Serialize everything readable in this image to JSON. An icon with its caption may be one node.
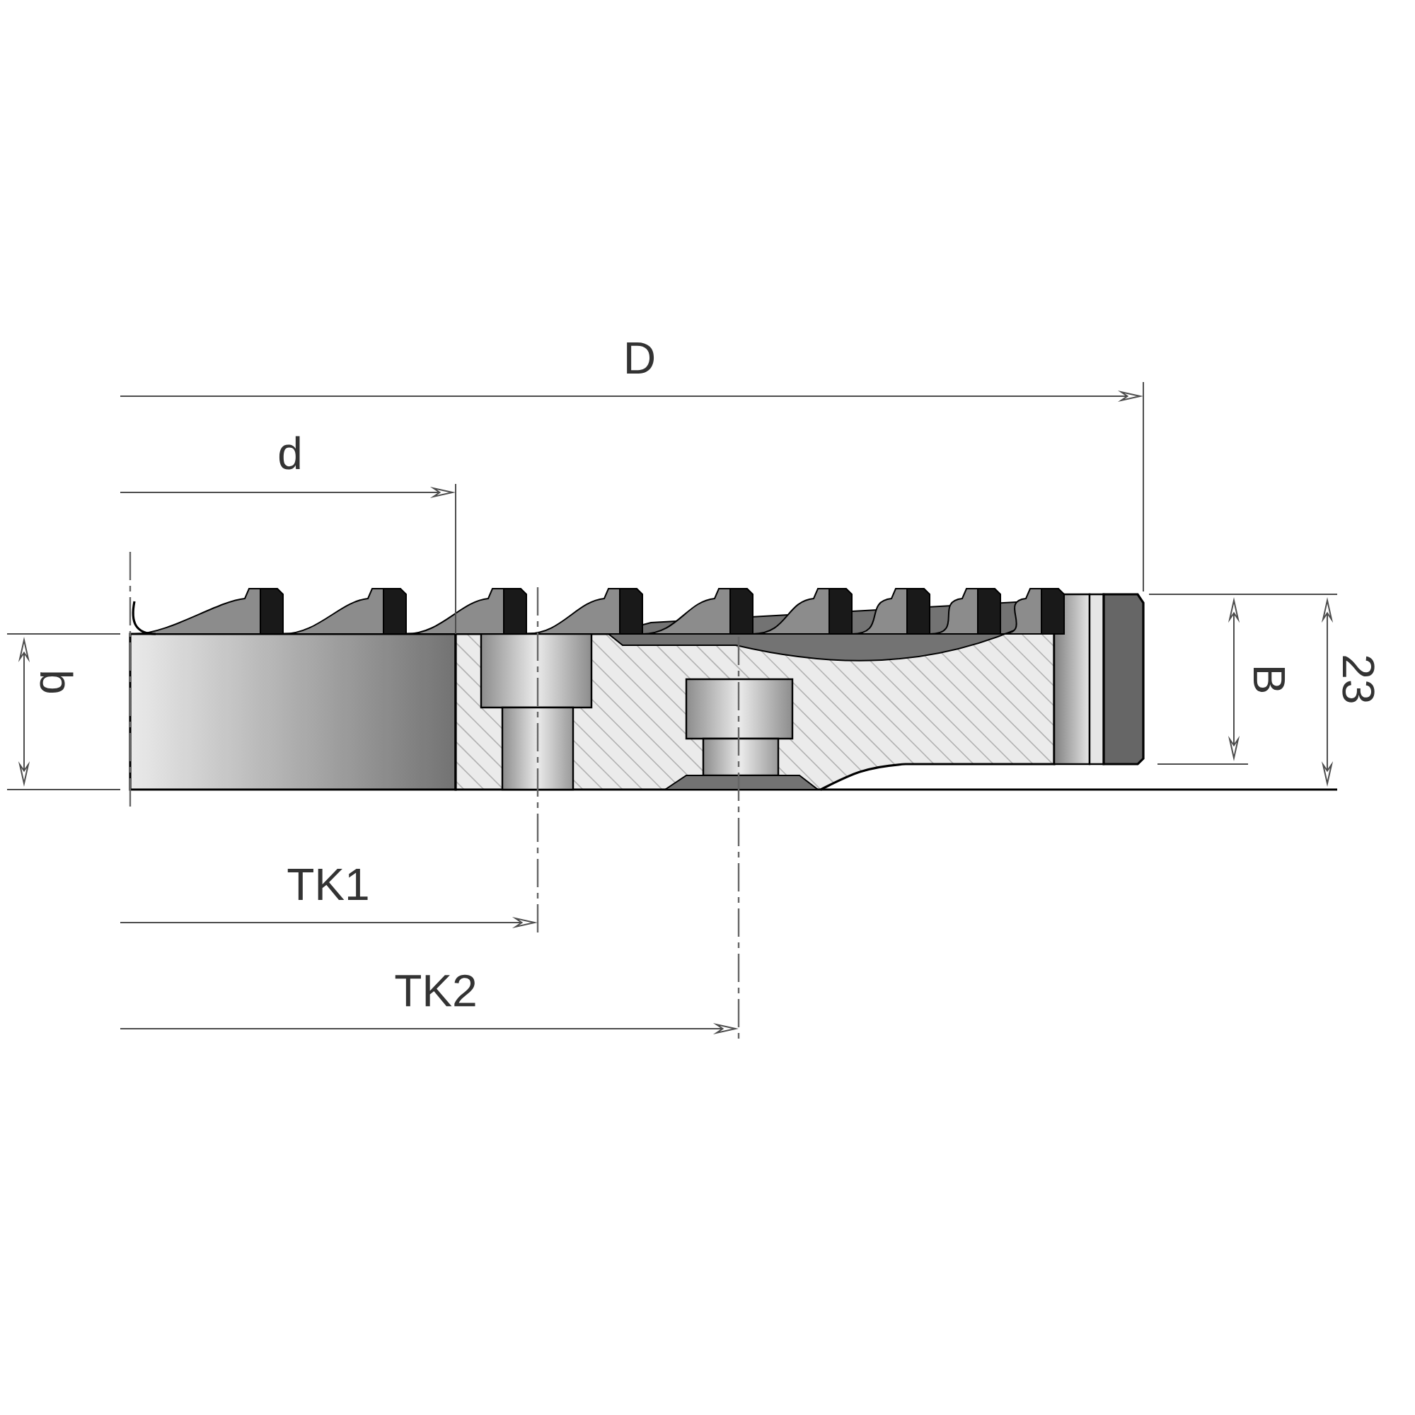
{
  "diagram": {
    "labels": [
      "D",
      "d",
      "b",
      "B",
      "23",
      "TK1",
      "TK2"
    ]
  }
}
